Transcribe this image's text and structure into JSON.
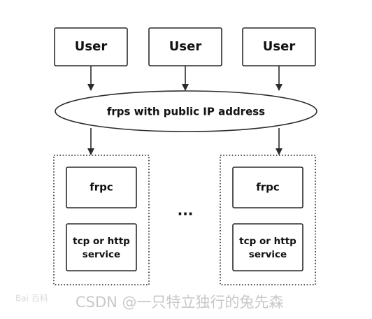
{
  "diagram": {
    "users": [
      "User",
      "User",
      "User"
    ],
    "server": {
      "label": "frps with public IP address"
    },
    "clients": [
      {
        "frpc_label": "frpc",
        "service_lines": [
          "tcp or http",
          "service"
        ]
      },
      {
        "frpc_label": "frpc",
        "service_lines": [
          "tcp or http",
          "service"
        ]
      }
    ],
    "ellipsis": "..."
  },
  "watermark": {
    "brand": "Bai 百科",
    "text": "CSDN @一只特立独行的兔先森"
  }
}
